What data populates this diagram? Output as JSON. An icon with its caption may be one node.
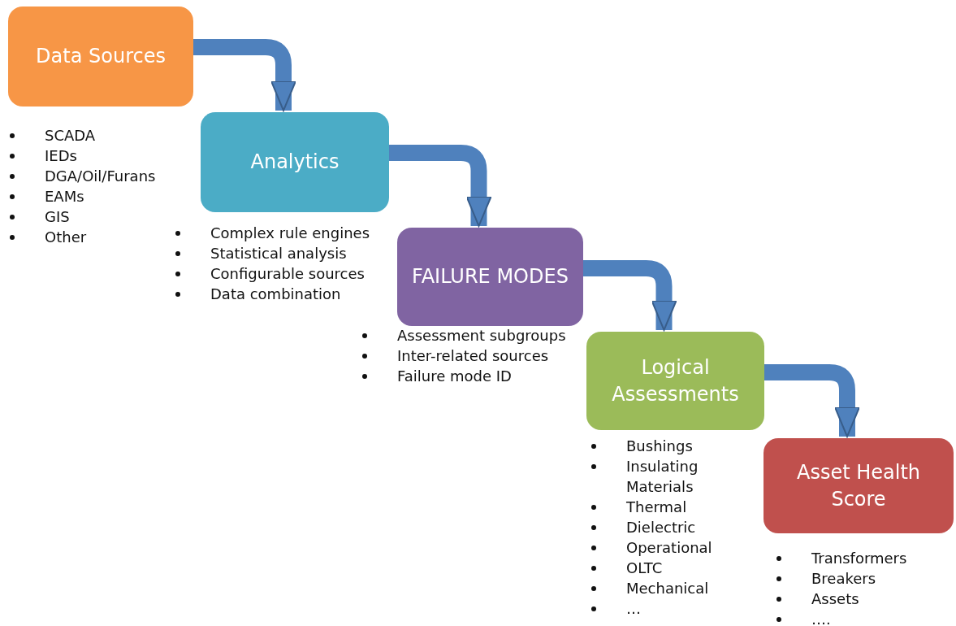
{
  "diagram": {
    "nodes": [
      {
        "text": [
          "Data Sources"
        ],
        "beside": [
          "SCADA",
          "IEDs",
          "DGA/Oil/Furans",
          "EAMs",
          "GIS",
          "Other"
        ]
      },
      {
        "text": [
          "Analytics"
        ],
        "beside": [
          "Complex rule engines",
          "Statistical analysis",
          "Configurable sources",
          "Data combination"
        ]
      },
      {
        "text": [
          "FAILURE MODES"
        ],
        "beside": [
          "Assessment subgroups",
          "Inter-related sources",
          "Failure mode ID"
        ]
      },
      {
        "text": [
          "Logical Assessments"
        ],
        "beside": [
          "Bushings",
          "Insulating Materials",
          "Thermal",
          "Dielectric",
          "Operational",
          "OLTC",
          "Mechanical",
          "…"
        ]
      },
      {
        "text": [
          "Asset Health Score"
        ],
        "beside": [
          "Transformers",
          "Breakers",
          "Assets",
          "…."
        ]
      }
    ],
    "edges": [
      {
        "from": 0,
        "to": 1,
        "arrow": "to"
      },
      {
        "from": 1,
        "to": 2,
        "arrow": "to"
      },
      {
        "from": 2,
        "to": 3,
        "arrow": "to"
      },
      {
        "from": 3,
        "to": 4,
        "arrow": "to"
      }
    ]
  }
}
